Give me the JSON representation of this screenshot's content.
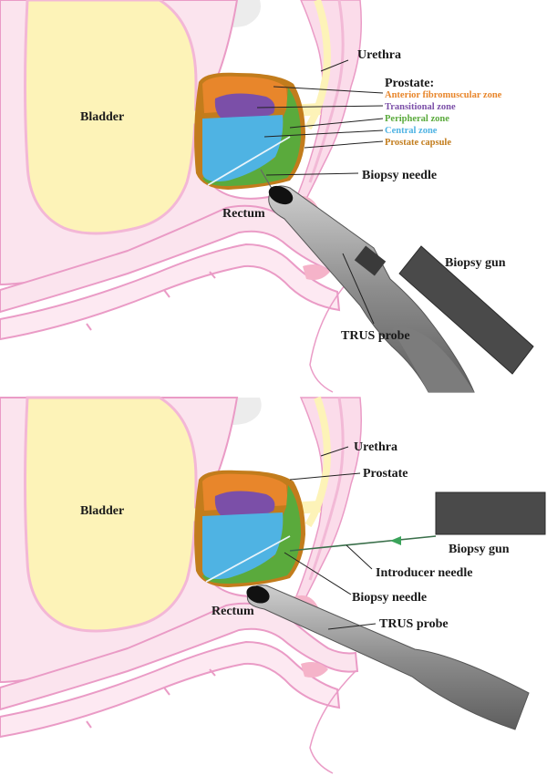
{
  "top_panel": {
    "labels": {
      "bladder": "Bladder",
      "urethra": "Urethra",
      "prostate_heading": "Prostate:",
      "biopsy_needle": "Biopsy needle",
      "rectum": "Rectum",
      "biopsy_gun": "Biopsy gun",
      "trus_probe": "TRUS probe"
    },
    "zones": [
      {
        "label": "Anterior fibromuscular zone",
        "color": "#e8862b"
      },
      {
        "label": "Transitional zone",
        "color": "#7b4fa8"
      },
      {
        "label": "Peripheral zone",
        "color": "#5aaa3c"
      },
      {
        "label": "Central zone",
        "color": "#4fb3e3"
      },
      {
        "label": "Prostate capsule",
        "color": "#c27c1c"
      }
    ]
  },
  "bottom_panel": {
    "labels": {
      "bladder": "Bladder",
      "urethra": "Urethra",
      "prostate": "Prostate",
      "biopsy_gun": "Biopsy gun",
      "introducer_needle": "Introducer needle",
      "biopsy_needle": "Biopsy needle",
      "rectum": "Rectum",
      "trus_probe": "TRUS probe"
    }
  },
  "colors": {
    "bladder_fill": "#fdf3b8",
    "tissue_pink": "#f7c6dd",
    "tissue_outline": "#e58fc0",
    "probe_gray": "#9a9a9a",
    "gun_gray": "#4a4a4a",
    "needle_green": "#3aa35a"
  }
}
